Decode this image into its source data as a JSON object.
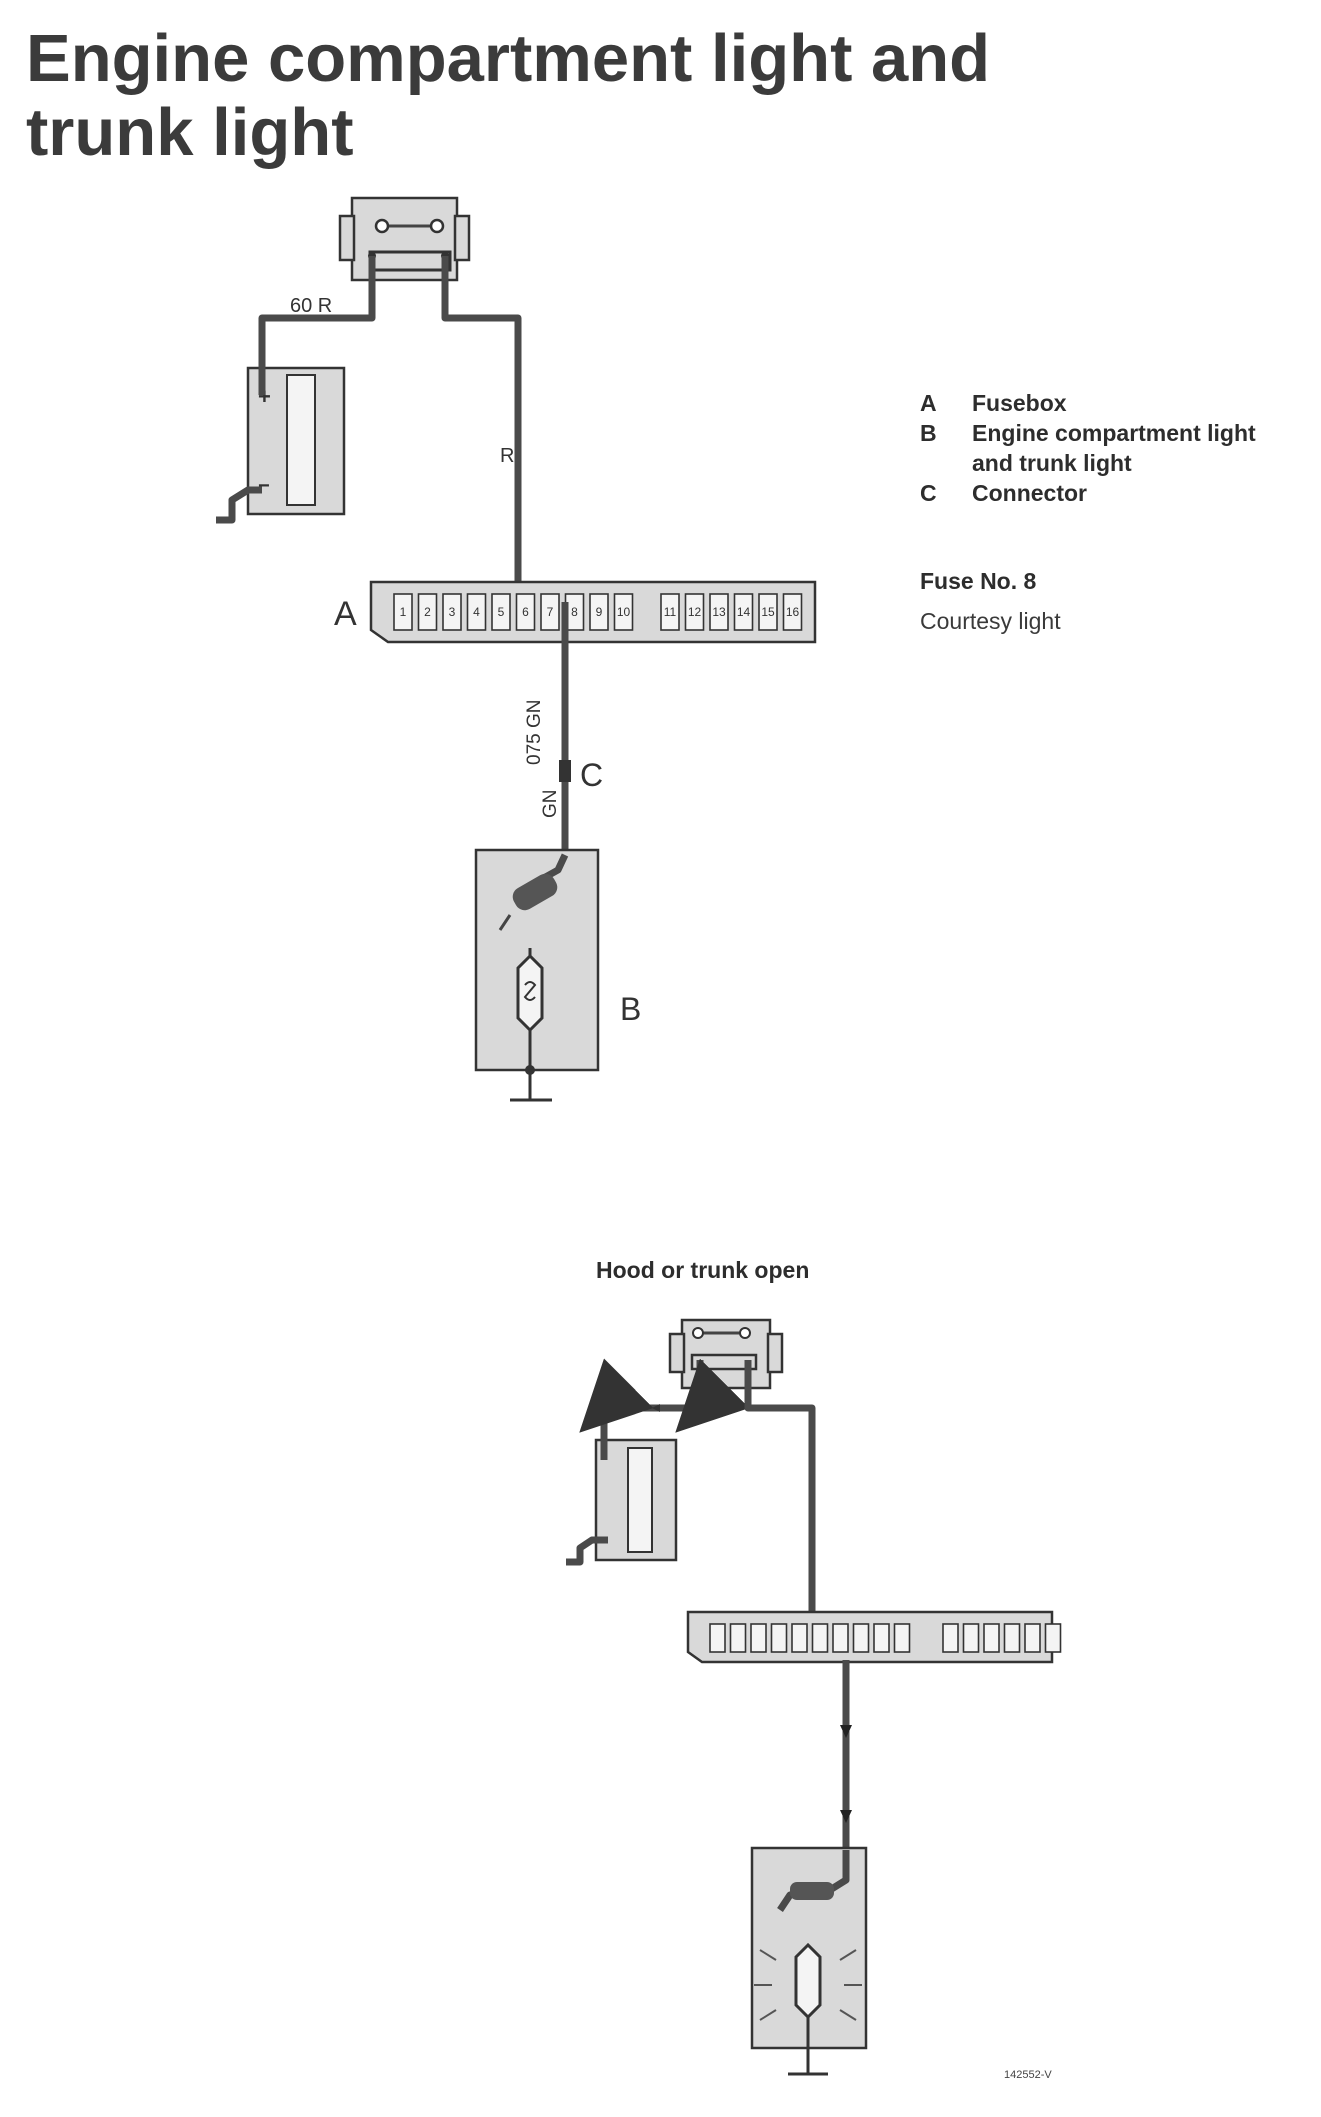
{
  "title": "Engine compartment light and trunk light",
  "legend": [
    {
      "key": "A",
      "text": "Fusebox"
    },
    {
      "key": "B",
      "text": "Engine compartment light and trunk light"
    },
    {
      "key": "C",
      "text": "Connector"
    }
  ],
  "fuse_number": "Fuse No. 8",
  "fuse_description": "Courtesy light",
  "section_label": "Hood or trunk open",
  "diagram": {
    "label_A": "A",
    "label_B": "B",
    "label_C": "C",
    "wire_battery": "60 R",
    "wire_to_fusebox": "R",
    "wire_after_fuse": "075 GN",
    "wire_lamp": "GN",
    "fuse_slots": [
      "1",
      "2",
      "3",
      "4",
      "5",
      "6",
      "7",
      "8",
      "9",
      "10",
      "11",
      "12",
      "13",
      "14",
      "15",
      "16"
    ]
  },
  "reference_code": "142552-V"
}
